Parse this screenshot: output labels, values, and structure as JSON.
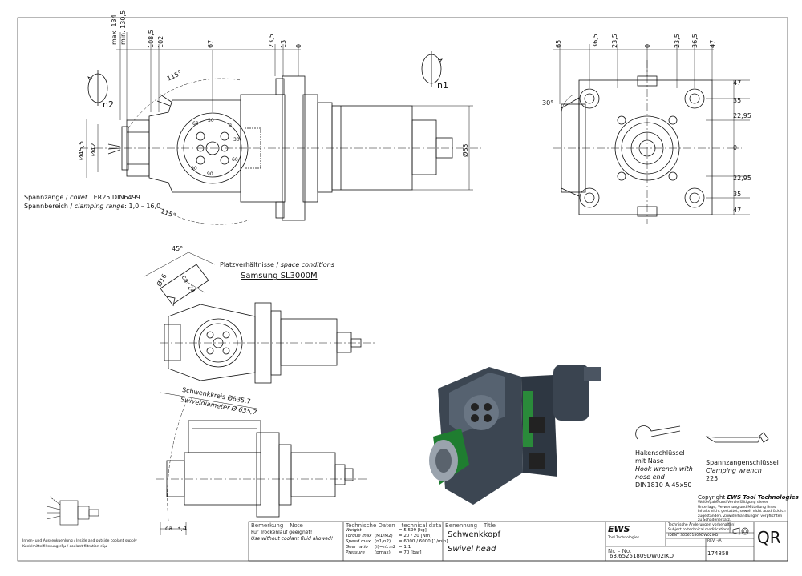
{
  "dimensions": {
    "top_front": [
      "max. 134",
      "min. 130,5",
      "108,5",
      "102",
      "67",
      "23,5",
      "13",
      "0"
    ],
    "top_right": [
      "65",
      "36,5",
      "23,5",
      "0",
      "23,5",
      "36,5",
      "47"
    ],
    "right_vertical": [
      "47",
      "35",
      "22,95",
      "0",
      "22,95",
      "35",
      "47"
    ],
    "diameters": {
      "d45": "Ø45,5",
      "d42": "Ø42",
      "d65": "Ø65",
      "d16": "Ø16"
    },
    "angles": {
      "a115_top": "115°",
      "a115_bottom": "115°",
      "a30": "30°",
      "a45": "45°"
    },
    "ca24": "ca. 24",
    "ca34": "ca. 3,4"
  },
  "rotation": {
    "n1": "n1",
    "n2": "n2"
  },
  "collet": {
    "line1_de": "Spannzange /",
    "line1_en": "collet",
    "line1_val": "ER25  DIN6499",
    "line2_de": "Spannbereich /",
    "line2_en": "clamping range",
    "line2_val": ": 1,0 – 16,0"
  },
  "space": {
    "label_de": "Platzverhältnisse /",
    "label_en": "space conditions",
    "machine": "Samsung SL3000M"
  },
  "swivel": {
    "line1": "Schwenkkreis Ø635,7",
    "line2": "Swiveldiameter Ø 635,7"
  },
  "dial_numbers": [
    "60",
    "30",
    "0",
    "30",
    "60",
    "90",
    "90"
  ],
  "hook_wrench": {
    "title_de": "Hakenschlüssel",
    "title_de2": "mit Nase",
    "title_en": "Hook wrench with",
    "title_en2": "nose end",
    "spec": "DIN1810  A  45x50"
  },
  "clamp_wrench": {
    "title_de": "Spannzangenschlüssel",
    "title_en": "Clamping wrench",
    "size": "225"
  },
  "copyright": {
    "title": "Copyright",
    "company": "EWS Tool Technologies",
    "text": "Weitergabe und Vervielfältigung dieser Unterlage, Verwertung und Mitteilung ihres Inhalts nicht gestattet, soweit nicht ausdrücklich zugestanden. Zuwiderhandlungen verpflichten zu Schadenersatz."
  },
  "coolant_note": {
    "line1": "Innen- und Aussenkuehlung / Inside and outside coolant supply",
    "line2": "Kuehlmittelfilterung<5µ / coolant filtration<5µ"
  },
  "title_block": {
    "remark_hdr": "Bemerkung – Note",
    "remark_de": "Für Trockenlauf geeignet!",
    "remark_en": "Use without coolant fluid allowed!",
    "tech_hdr": "Technische Daten – technical data",
    "tech_rows": [
      {
        "k": "Weight",
        "u": "",
        "v": "= 5.599 [kg]"
      },
      {
        "k": "Torque max",
        "u": "(M1/M2)",
        "v": "= 20 / 20 [Nm]"
      },
      {
        "k": "Speed max.",
        "u": "(n1/n2)",
        "v": "= 6000 / 6000 [1/min]"
      },
      {
        "k": "Gear ratio",
        "u": "(i)=n1:n2",
        "v": "= 1:1"
      },
      {
        "k": "Pressure",
        "u": "(pmax)",
        "v": "= 70 [bar]"
      }
    ],
    "title_hdr": "Benennung – Title",
    "title_de": "Schwenkkopf",
    "title_en": "Swivel head",
    "logo": "EWS",
    "logo_sub": "Tool Technologies",
    "change_note_de": "Technische Änderungen vorbehalten!",
    "change_note_en": "Subject to technical modifications!",
    "ident_label": "IDENT",
    "ident": "365651809DW02IKD",
    "rev_label": "REV.",
    "rev": "-/A",
    "part_hdr": "Nr. – No.",
    "part_no": "63.65251809DW02IKD",
    "sheet_no": "174858",
    "qr": "QR"
  }
}
